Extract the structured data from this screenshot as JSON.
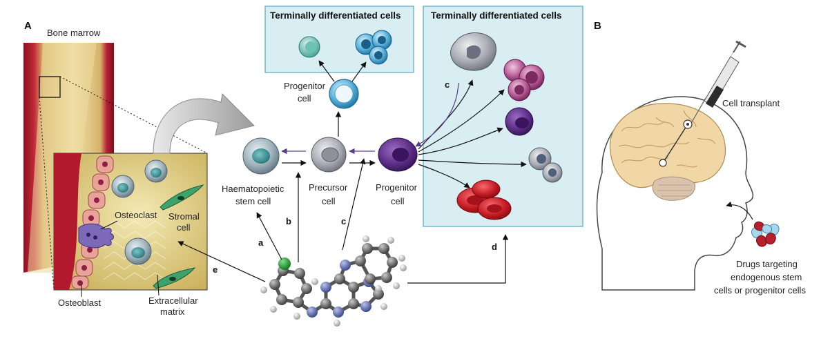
{
  "panels": {
    "a": "A",
    "b": "B"
  },
  "labels": {
    "bone_marrow": "Bone marrow",
    "osteoclast": "Osteoclast",
    "stromal_1": "Stromal",
    "stromal_2": "cell",
    "osteoblast": "Osteoblast",
    "ecm_1": "Extracellular",
    "ecm_2": "matrix",
    "hsc_1": "Haematopoietic",
    "hsc_2": "stem cell",
    "precursor_1": "Precursor",
    "precursor_2": "cell",
    "progenitor_1": "Progenitor",
    "progenitor_2": "cell",
    "top_progenitor_1": "Progenitor",
    "top_progenitor_2": "cell",
    "terminal_box_1": "Terminally differentiated cells",
    "terminal_box_2": "Terminally differentiated cells",
    "cell_transplant": "Cell transplant",
    "drugs_1": "Drugs targeting",
    "drugs_2": "endogenous stem",
    "drugs_3": "cells or progenitor cells"
  },
  "arrow_letters": {
    "a": "a",
    "b": "b",
    "c_lower": "c",
    "c_upper": "c",
    "d": "d",
    "e": "e"
  },
  "colors": {
    "box_fill": "#d8eef3",
    "box_stroke": "#5aa6bd",
    "bone_red": "#a8182a",
    "bone_yellow": "#e9d99a",
    "inset_bg": "#d9c873",
    "purple_arrow": "#5a3a8a"
  }
}
